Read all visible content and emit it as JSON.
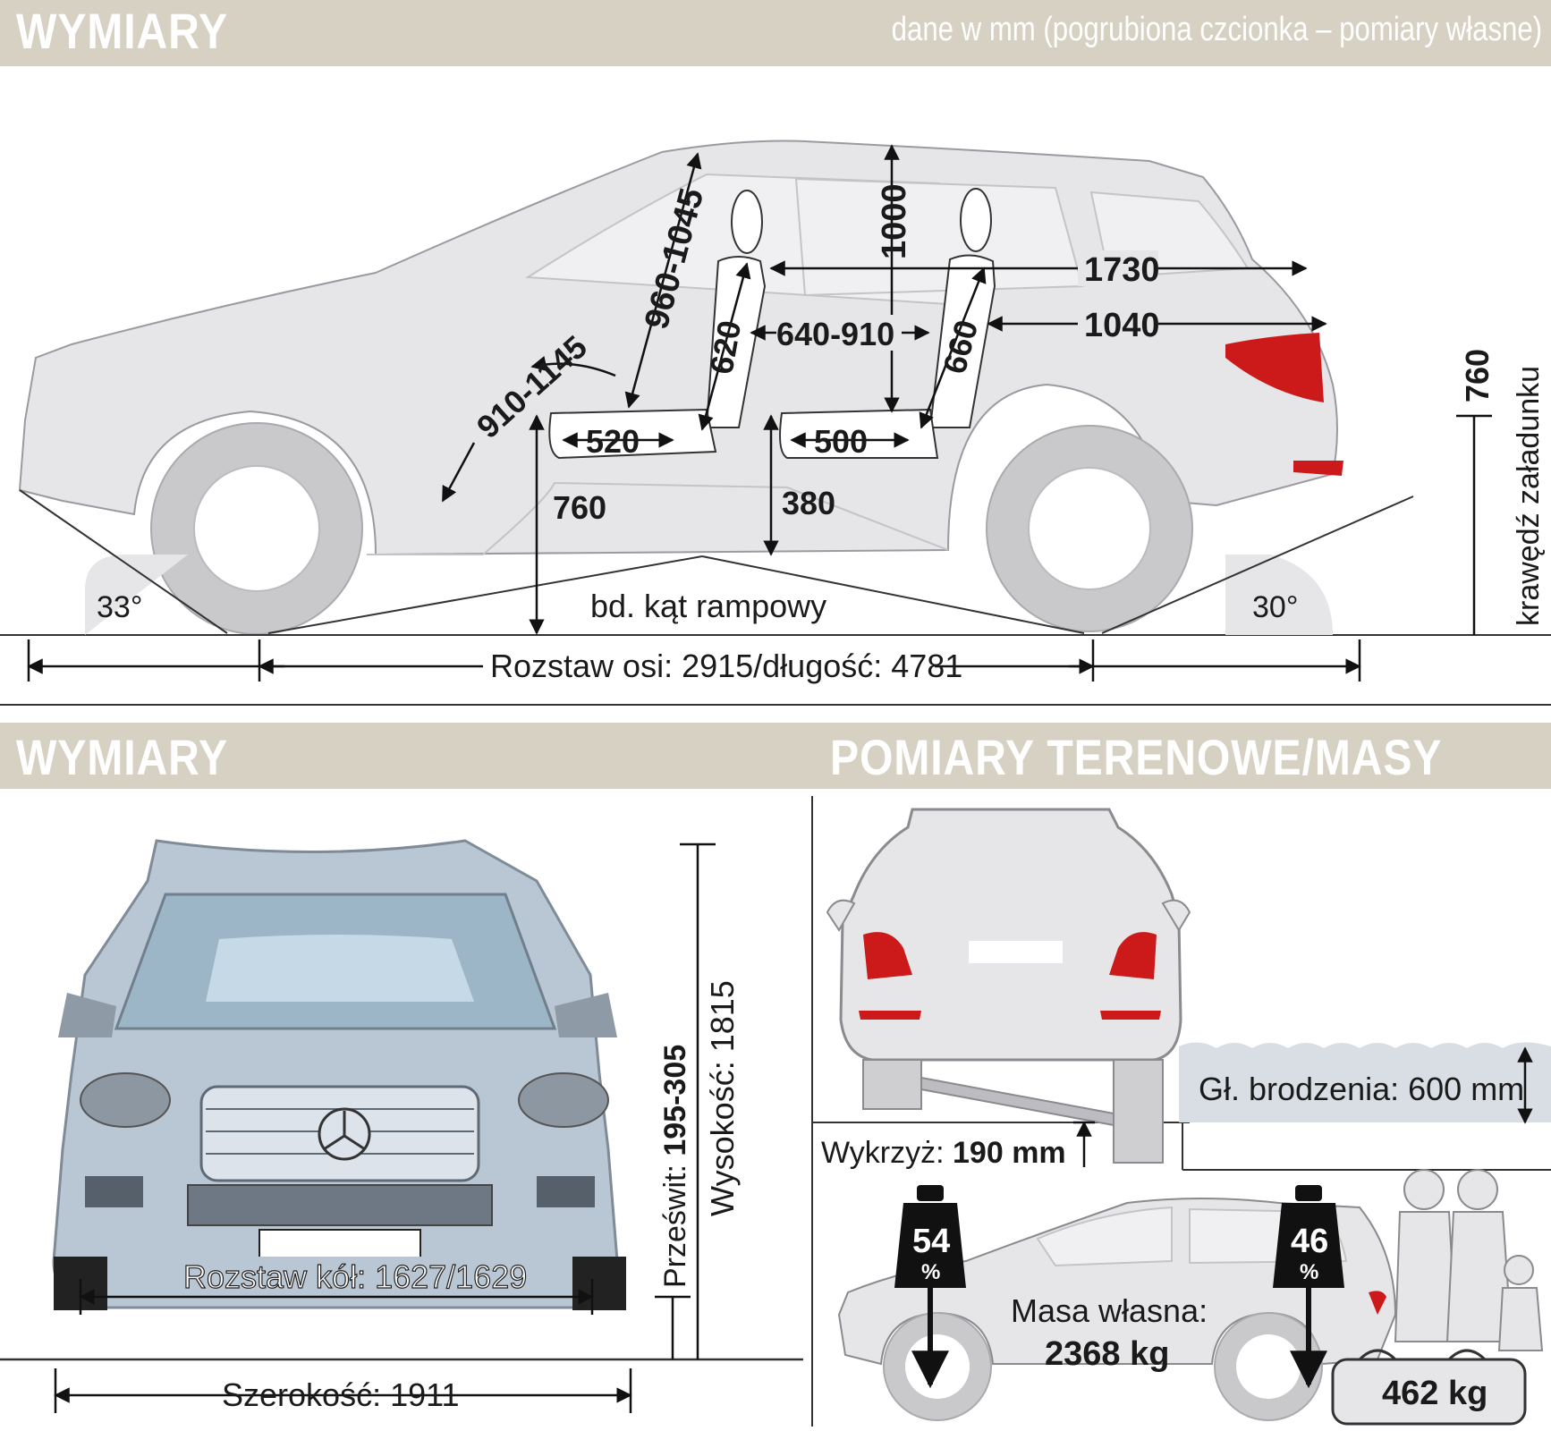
{
  "header_top": {
    "title": "WYMIARY",
    "subtitle": "dane w mm (pogrubiona czcionka – pomiary własne)"
  },
  "header_bottom_left": {
    "title": "WYMIARY"
  },
  "header_bottom_right": {
    "title": "POMIARY TERENOWE/MASY"
  },
  "side_view": {
    "headroom_front": "960-1045",
    "headroom_rear": "1000",
    "cargo_length_top": "1730",
    "cargo_length_floor": "1040",
    "seatback_front": "620",
    "seatback_rear": "660",
    "legroom_rear": "640-910",
    "legroom_front": "910-1145",
    "seat_depth_front": "520",
    "seat_depth_rear": "500",
    "seat_height_front": "760",
    "seat_height_rear": "380",
    "loading_edge_value": "760",
    "loading_edge_label": "krawędź załadunku",
    "approach_angle": "33°",
    "departure_angle": "30°",
    "ramp_angle": "bd. kąt rampowy",
    "wheelbase_length": "Rozstaw osi: 2915/długość: 4781"
  },
  "front_view": {
    "track_width": "Rozstaw kół: 1627/1629",
    "width": "Szerokość: 1911",
    "ground_clearance_label": "Prześwit: ",
    "ground_clearance_value": "195-305",
    "height": "Wysokość: 1815"
  },
  "offroad": {
    "wading_depth": "Gł. brodzenia: 600 mm",
    "axle_articulation_label": "Wykrzyż: ",
    "axle_articulation_value": "190 mm",
    "front_axle_pct": "54",
    "rear_axle_pct": "46",
    "pct_sign": "%",
    "curb_weight_label": "Masa własna:",
    "curb_weight_value": "2368 kg",
    "payload": "462 kg"
  },
  "colors": {
    "header": "#d6d1c2",
    "car_fill": "#e6e6e8",
    "tail_light": "#cc1a1a",
    "water": "#d8dee4"
  }
}
